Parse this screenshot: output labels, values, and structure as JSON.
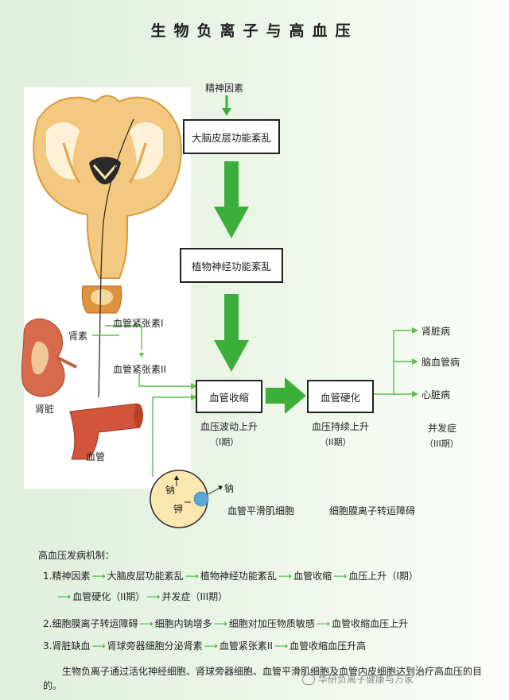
{
  "title": "生物负离子与高血压",
  "diagram": {
    "top_label": "精神因素",
    "box1": "大脑皮层功能紊乱",
    "box2": "植物神经功能紊乱",
    "box3": "血管收缩",
    "box4": "血管硬化",
    "stage1_text": "血压波动上升",
    "stage1_period": "（I期）",
    "stage2_text": "血压持续上升",
    "stage2_period": "（II期）",
    "complications": [
      "肾脏病",
      "脑血管病",
      "心脏病"
    ],
    "complication_label": "并发症",
    "stage3_period": "（III期）",
    "vasotonin1": "血管紧张素I",
    "vasotonin2": "血管紧张素II",
    "renin": "肾素",
    "kidney": "肾脏",
    "vessel": "血管",
    "sodium_in": "钠",
    "potassium": "钾",
    "sodium_out": "钠",
    "smooth_muscle": "血管平滑肌细胞",
    "ion_transport": "细胞膜离子转运障碍"
  },
  "mechanism": {
    "heading": "高血压发病机制：",
    "line1": [
      "1.精神因素",
      "大脑皮层功能紊乱",
      "植物神经功能紊乱",
      "血管收缩",
      "血压上升（I期）"
    ],
    "line1b": [
      "血管硬化（II期）",
      "并发症（III期）"
    ],
    "line2": [
      "2.细胞膜离子转运障碍",
      "细胞内钠增多",
      "细胞对加压物质敏感",
      "血管收缩血压上升"
    ],
    "line3": [
      "3.肾脏缺血",
      "肾球旁器细胞分泌肾素",
      "血管紧张素II",
      "血管收缩血压升高"
    ],
    "summary": "生物负离子通过活化神经细胞、肾球旁器细胞、血管平滑肌细胞及血管内皮细胞达到治疗高血压的目的。",
    "watermark": "华研负离子健康与万家"
  },
  "colors": {
    "arrow_green": "#3cae3a",
    "line_green": "#5cbf4e"
  }
}
